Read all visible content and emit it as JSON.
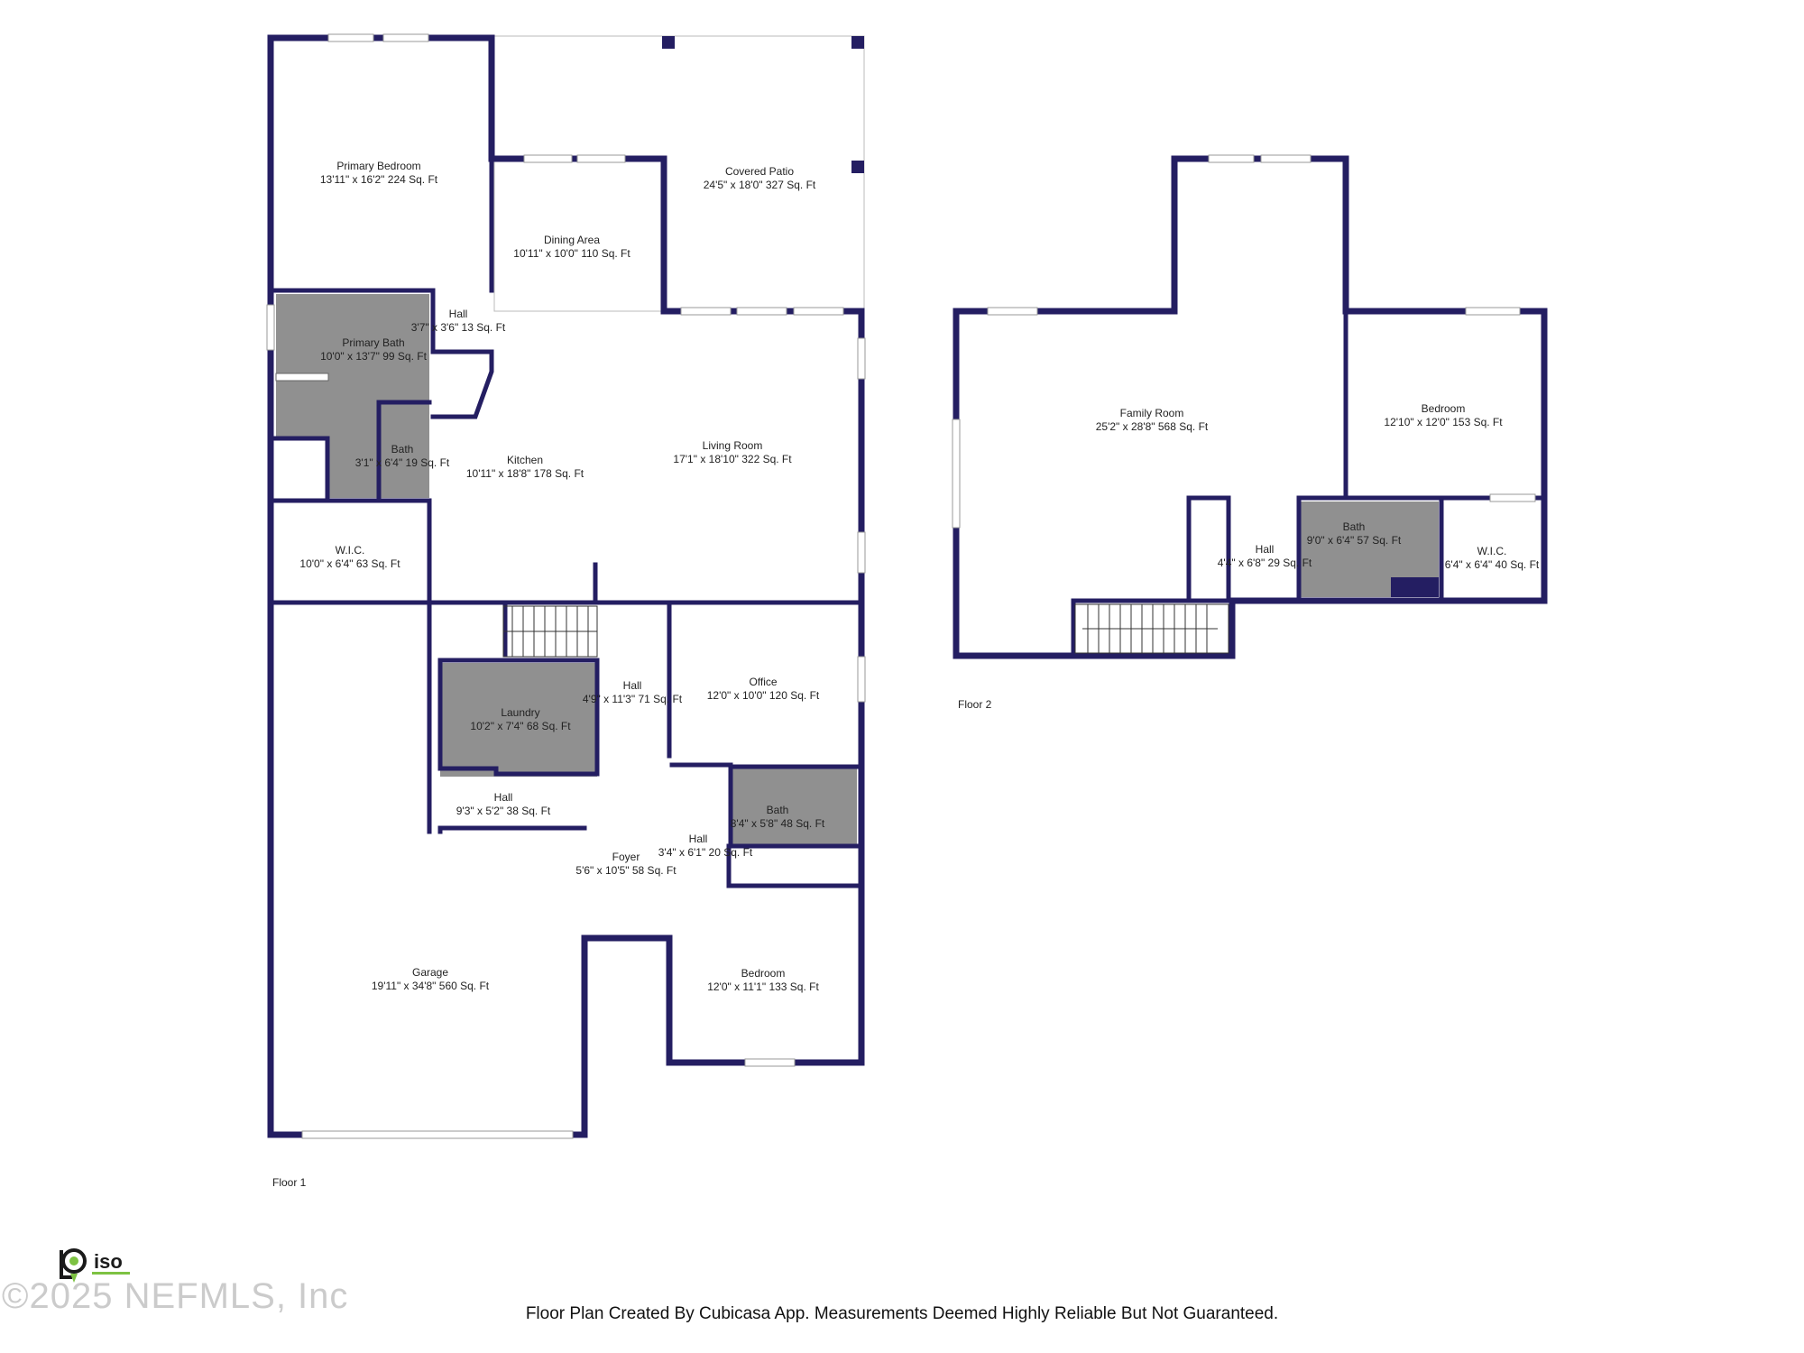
{
  "floors": [
    {
      "label": "Floor 1",
      "rooms": [
        {
          "id": "primary-bedroom",
          "name": "Primary Bedroom",
          "dims": "13'11\" x 16'2\" 224 Sq. Ft"
        },
        {
          "id": "covered-patio",
          "name": "Covered Patio",
          "dims": "24'5\" x 18'0\" 327 Sq. Ft"
        },
        {
          "id": "dining-area",
          "name": "Dining Area",
          "dims": "10'11\" x 10'0\" 110 Sq. Ft"
        },
        {
          "id": "hall-primary",
          "name": "Hall",
          "dims": "3'7\" x 3'6\" 13 Sq. Ft"
        },
        {
          "id": "primary-bath",
          "name": "Primary Bath",
          "dims": "10'0\" x 13'7\" 99 Sq. Ft"
        },
        {
          "id": "bath-small",
          "name": "Bath",
          "dims": "3'1\" x 6'4\" 19 Sq. Ft"
        },
        {
          "id": "kitchen",
          "name": "Kitchen",
          "dims": "10'11\" x 18'8\" 178 Sq. Ft"
        },
        {
          "id": "living-room",
          "name": "Living Room",
          "dims": "17'1\" x 18'10\" 322 Sq. Ft"
        },
        {
          "id": "wic-1",
          "name": "W.I.C.",
          "dims": "10'0\" x 6'4\" 63 Sq. Ft"
        },
        {
          "id": "hall-center",
          "name": "Hall",
          "dims": "4'9\" x 11'3\" 71 Sq. Ft"
        },
        {
          "id": "office",
          "name": "Office",
          "dims": "12'0\" x 10'0\" 120 Sq. Ft"
        },
        {
          "id": "laundry",
          "name": "Laundry",
          "dims": "10'2\" x 7'4\" 68 Sq. Ft"
        },
        {
          "id": "hall-laundry",
          "name": "Hall",
          "dims": "9'3\" x 5'2\" 38 Sq. Ft"
        },
        {
          "id": "bath-front",
          "name": "Bath",
          "dims": "8'4\" x 5'8\" 48 Sq. Ft"
        },
        {
          "id": "hall-front",
          "name": "Hall",
          "dims": "3'4\" x 6'1\" 20 Sq. Ft"
        },
        {
          "id": "foyer",
          "name": "Foyer",
          "dims": "5'6\" x 10'5\" 58 Sq. Ft"
        },
        {
          "id": "garage",
          "name": "Garage",
          "dims": "19'11\" x 34'8\" 560 Sq. Ft"
        },
        {
          "id": "bedroom-front",
          "name": "Bedroom",
          "dims": "12'0\" x 11'1\" 133 Sq. Ft"
        }
      ]
    },
    {
      "label": "Floor 2",
      "rooms": [
        {
          "id": "family-room",
          "name": "Family Room",
          "dims": "25'2\" x 28'8\" 568 Sq. Ft"
        },
        {
          "id": "bedroom-upper",
          "name": "Bedroom",
          "dims": "12'10\" x 12'0\" 153 Sq. Ft"
        },
        {
          "id": "hall-upper",
          "name": "Hall",
          "dims": "4'4\" x 6'8\" 29 Sq. Ft"
        },
        {
          "id": "bath-upper",
          "name": "Bath",
          "dims": "9'0\" x 6'4\" 57 Sq. Ft"
        },
        {
          "id": "wic-2",
          "name": "W.I.C.",
          "dims": "6'4\" x 6'4\" 40 Sq. Ft"
        }
      ]
    }
  ],
  "footer_note": "Floor Plan Created By Cubicasa App. Measurements Deemed Highly Reliable But Not Guaranteed.",
  "watermark": "©2025 NEFMLS, Inc",
  "logo_text": "iso",
  "colors": {
    "wall": "#241e62",
    "wet_area": "#909090",
    "background": "#ffffff"
  }
}
